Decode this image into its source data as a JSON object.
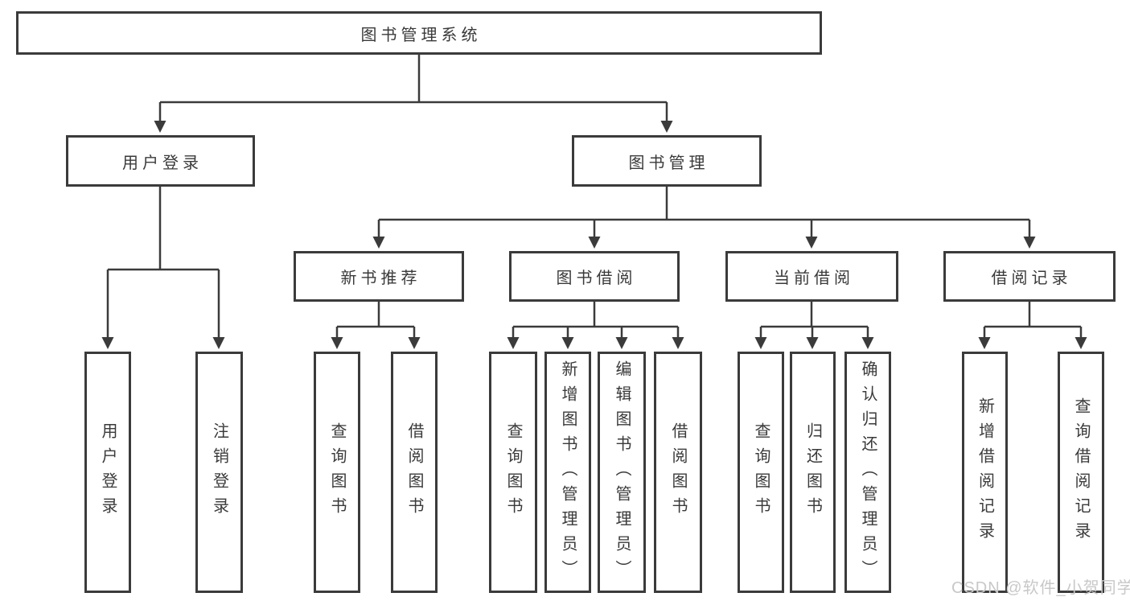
{
  "diagram": {
    "watermark": "CSDN @软件_小贺同学",
    "colors": {
      "line": "#3b3b3b",
      "text": "#3a3a3a",
      "watermark_text": "#c8c8c8",
      "background": "#ffffff"
    },
    "nodes": {
      "root": {
        "label": "图书管理系统"
      },
      "user_login": {
        "label": "用户登录",
        "children": [
          "用户登录",
          "注销登录"
        ]
      },
      "book_management": {
        "label": "图书管理"
      },
      "new_book_recommend": {
        "label": "新书推荐",
        "children": [
          "查询图书",
          "借阅图书"
        ]
      },
      "book_borrow": {
        "label": "图书借阅",
        "children": [
          "查询图书",
          "新增图书（管理员）",
          "编辑图书（管理员）",
          "借阅图书"
        ]
      },
      "current_borrow": {
        "label": "当前借阅",
        "children": [
          "查询图书",
          "归还图书",
          "确认归还（管理员）"
        ]
      },
      "borrow_record": {
        "label": "借阅记录",
        "children": [
          "新增借阅记录",
          "查询借阅记录"
        ]
      }
    }
  }
}
